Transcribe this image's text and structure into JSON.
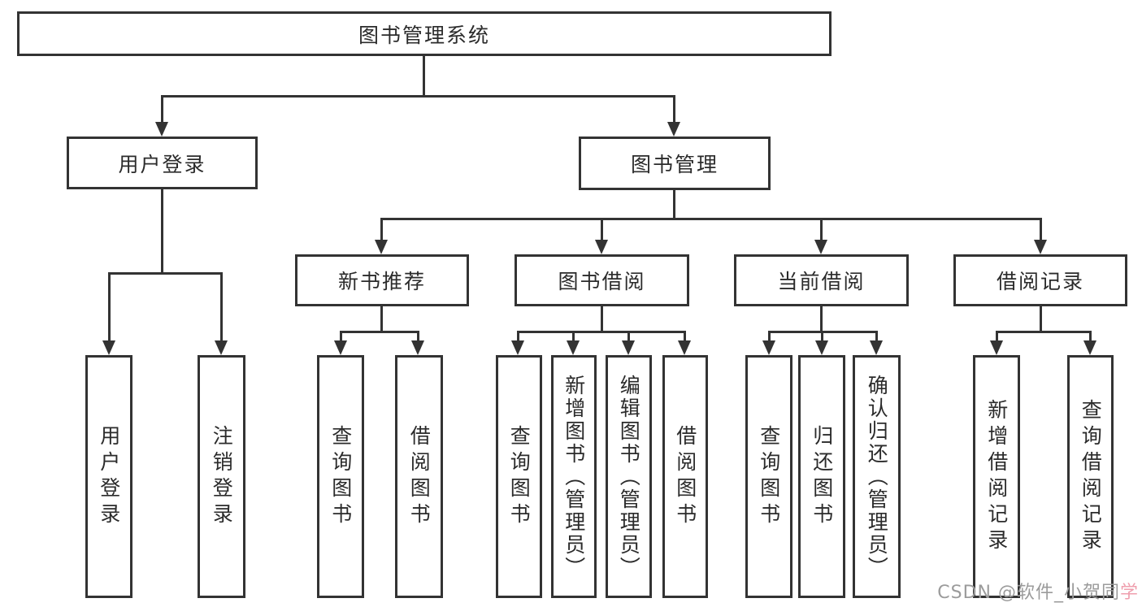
{
  "tree": {
    "root": {
      "label": "图书管理系统"
    },
    "branches": [
      {
        "label": "用户登录",
        "children": [
          {
            "label": "用户登录"
          },
          {
            "label": "注销登录"
          }
        ]
      },
      {
        "label": "图书管理",
        "children": [
          {
            "label": "新书推荐",
            "children": [
              {
                "label": "查询图书"
              },
              {
                "label": "借阅图书"
              }
            ]
          },
          {
            "label": "图书借阅",
            "children": [
              {
                "label": "查询图书"
              },
              {
                "label": "新增图书（管理员）"
              },
              {
                "label": "编辑图书（管理员）"
              },
              {
                "label": "借阅图书"
              }
            ]
          },
          {
            "label": "当前借阅",
            "children": [
              {
                "label": "查询图书"
              },
              {
                "label": "归还图书"
              },
              {
                "label": "确认归还（管理员）"
              }
            ]
          },
          {
            "label": "借阅记录",
            "children": [
              {
                "label": "新增借阅记录"
              },
              {
                "label": "查询借阅记录"
              }
            ]
          }
        ]
      }
    ]
  },
  "watermark": {
    "text_gray": "CSDN @软件_小贺同",
    "text_accent": "学"
  },
  "colors": {
    "line": "#333333",
    "text": "#2b2b2b",
    "background": "#ffffff",
    "watermark_gray": "#9b9b9b",
    "watermark_accent": "#ef9fae"
  }
}
